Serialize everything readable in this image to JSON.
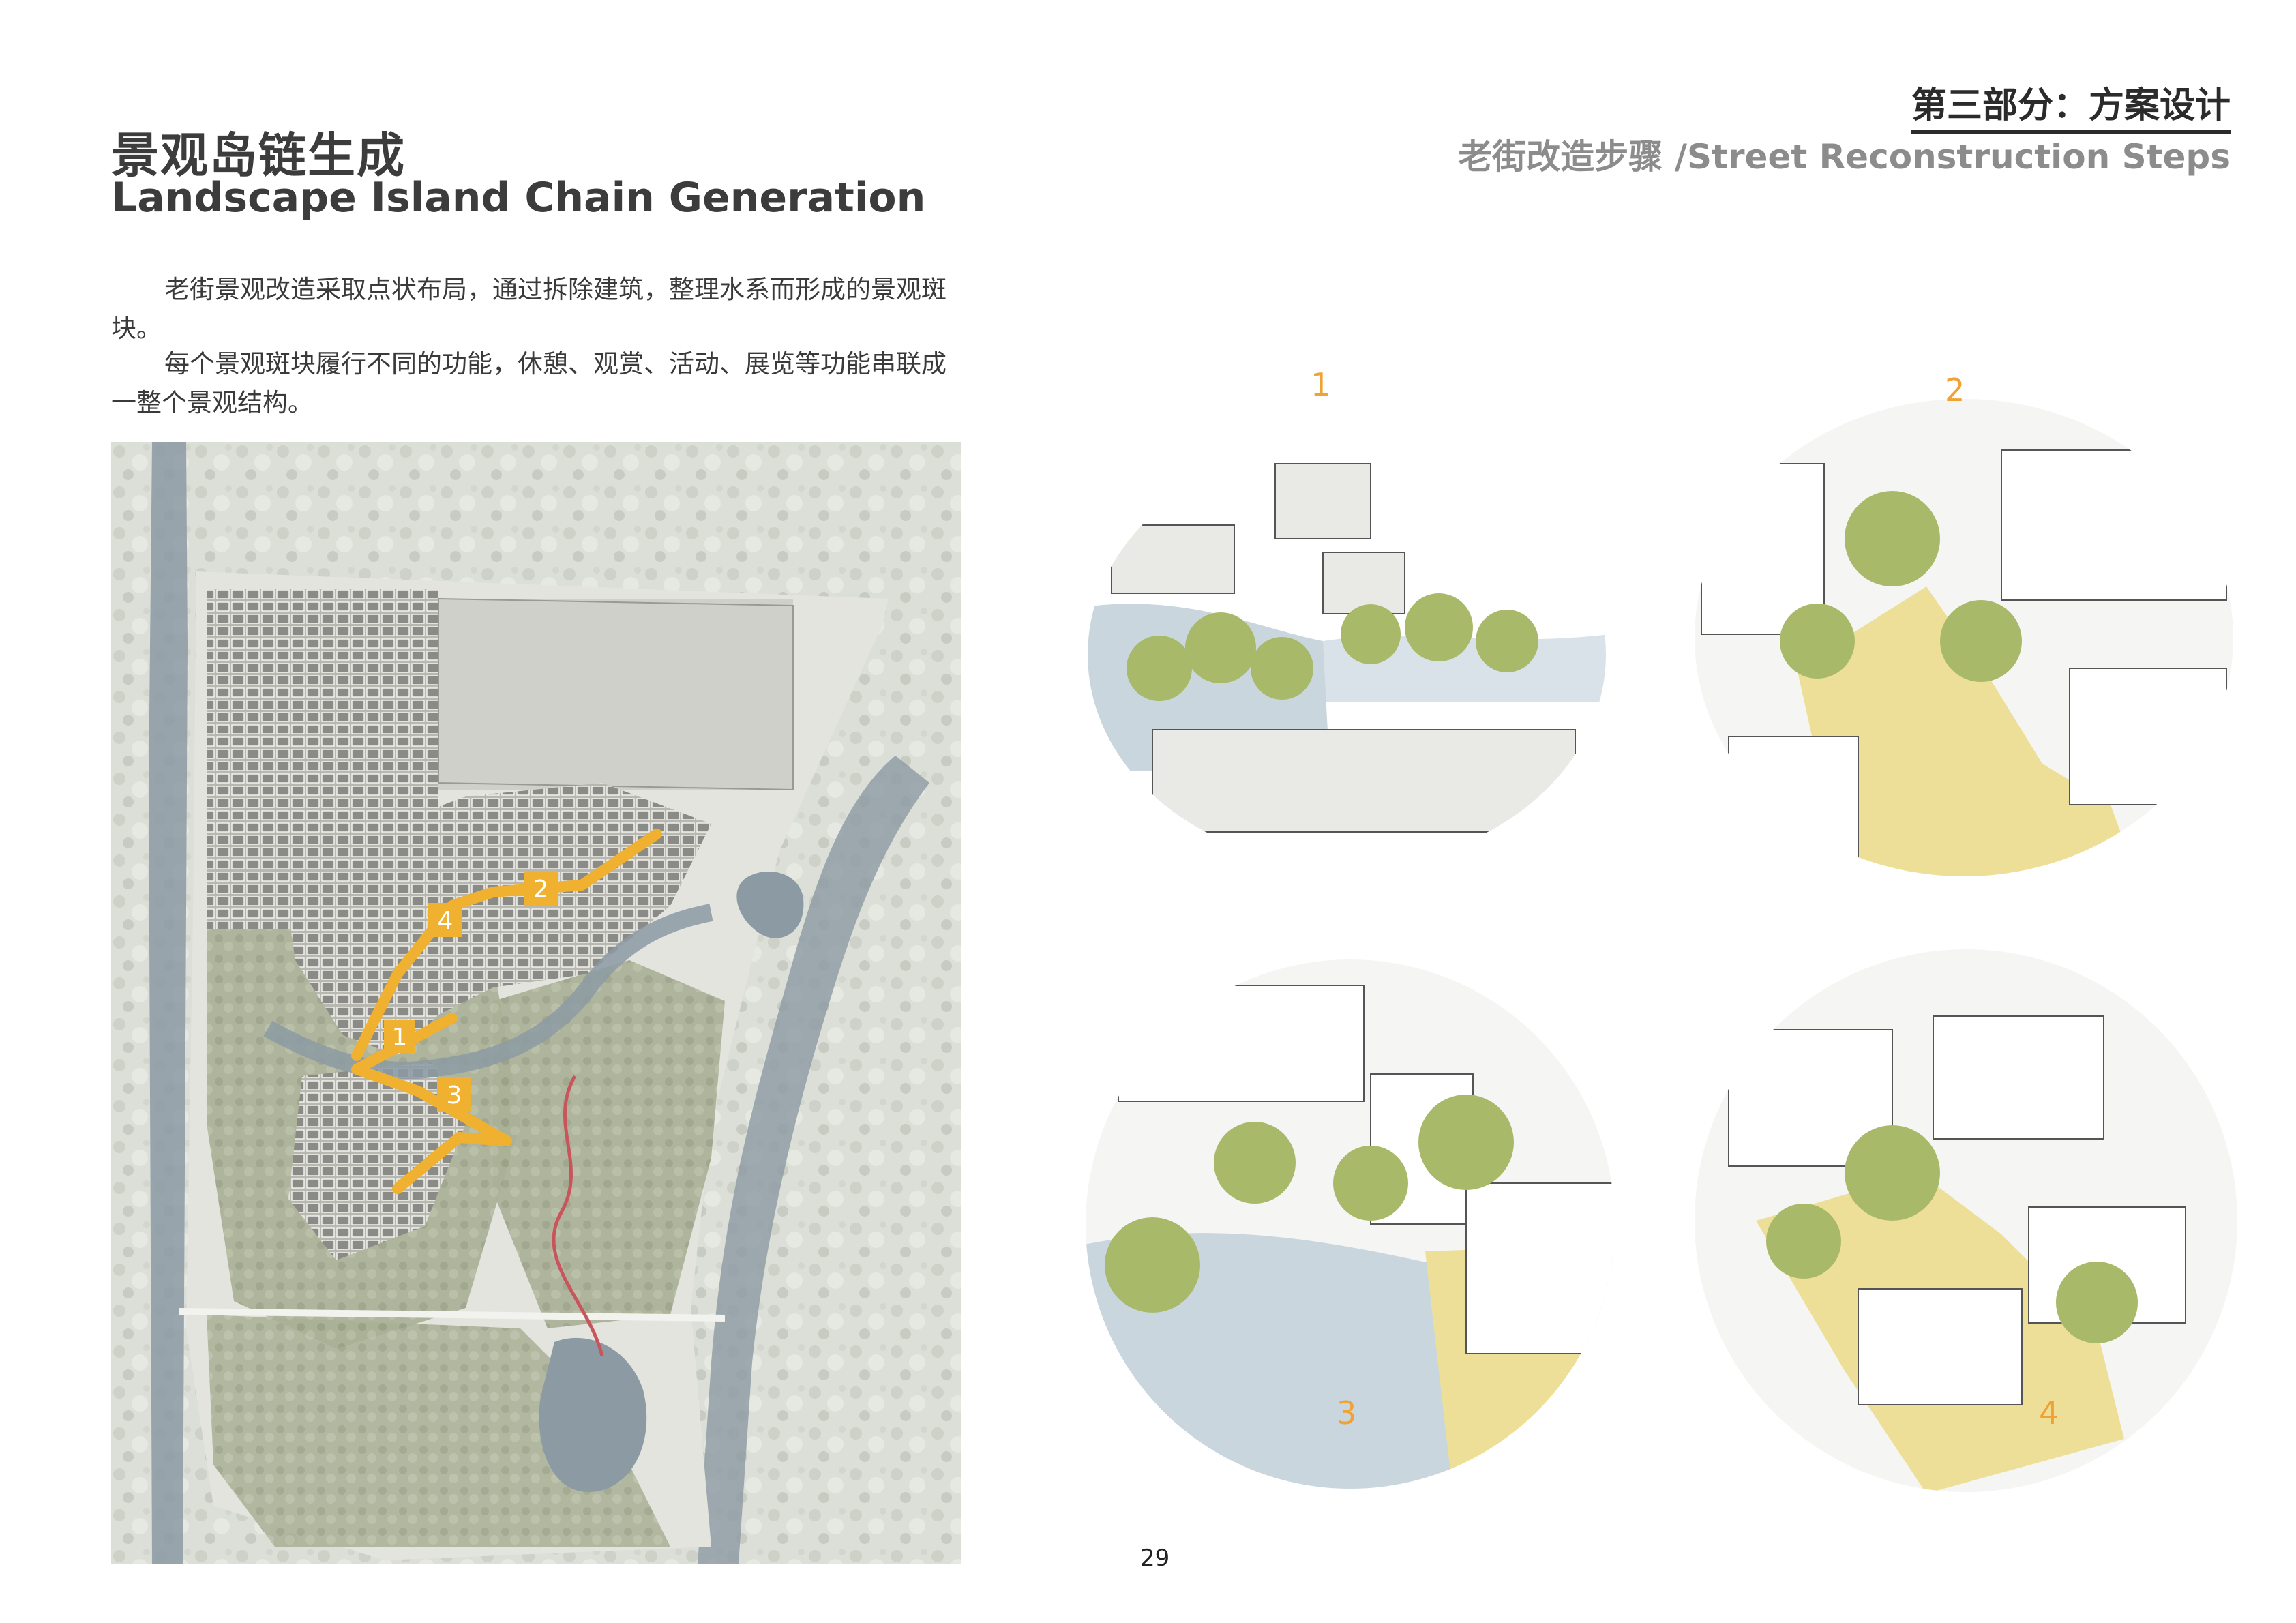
{
  "header": {
    "title_cn": "景观岛链生成",
    "title_en": "Landscape Island Chain Generation",
    "section": "第三部分：方案设计",
    "subtitle": "老街改造步骤 /Street Reconstruction Steps"
  },
  "body_text": {
    "paragraph_1": "老街景观改造采取点状布局，通过拆除建筑，整理水系而形成的景观斑块。",
    "paragraph_2": "每个景观斑块履行不同的功能，休憩、观赏、活动、展览等功能串联成一整个景观结构。"
  },
  "map": {
    "markers": [
      "1",
      "2",
      "3",
      "4"
    ],
    "route_color": "#f0b030",
    "water_color": "#8c9aa3",
    "green_color": "#a7ae92"
  },
  "vignettes": [
    {
      "label": "1"
    },
    {
      "label": "2"
    },
    {
      "label": "3"
    },
    {
      "label": "4"
    }
  ],
  "colors": {
    "accent": "#f0a334",
    "paving": "#eedf98",
    "water": "#c9d6de",
    "foliage": "#a9b96a"
  },
  "page": {
    "number": "29"
  }
}
